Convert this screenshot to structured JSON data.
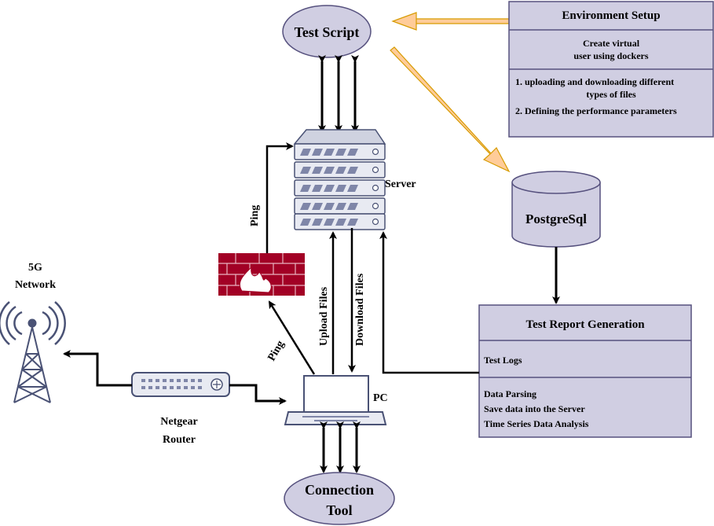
{
  "nodes": {
    "test_script": "Test Script",
    "server": "Server",
    "postgres": "PostgreSql",
    "pc": "PC",
    "connection_tool": [
      "Connection",
      "Tool"
    ],
    "router": [
      "Netgear",
      "Router"
    ],
    "network": [
      "5G",
      "Network"
    ]
  },
  "environment_setup": {
    "title": "Environment Setup",
    "section1": [
      "Create virtual",
      "user using dockers"
    ],
    "section2": [
      "1. uploading and  downloading different",
      "types of files",
      "2. Defining the performance parameters"
    ]
  },
  "report": {
    "title": "Test Report Generation",
    "section1": "Test Logs",
    "section2": [
      "Data Parsing",
      "Save data into the Server",
      "Time Series Data Analysis"
    ]
  },
  "edges": {
    "ping_up": "Ping",
    "ping_diag": "Ping",
    "upload": "Upload Files",
    "download": "Download Files"
  },
  "colors": {
    "node_fill": "#d0cee2",
    "node_stroke": "#56517e",
    "firewall": "#a20025",
    "flow_arrow": "#ffcc99",
    "flow_arrow_stroke": "#d79b00"
  }
}
